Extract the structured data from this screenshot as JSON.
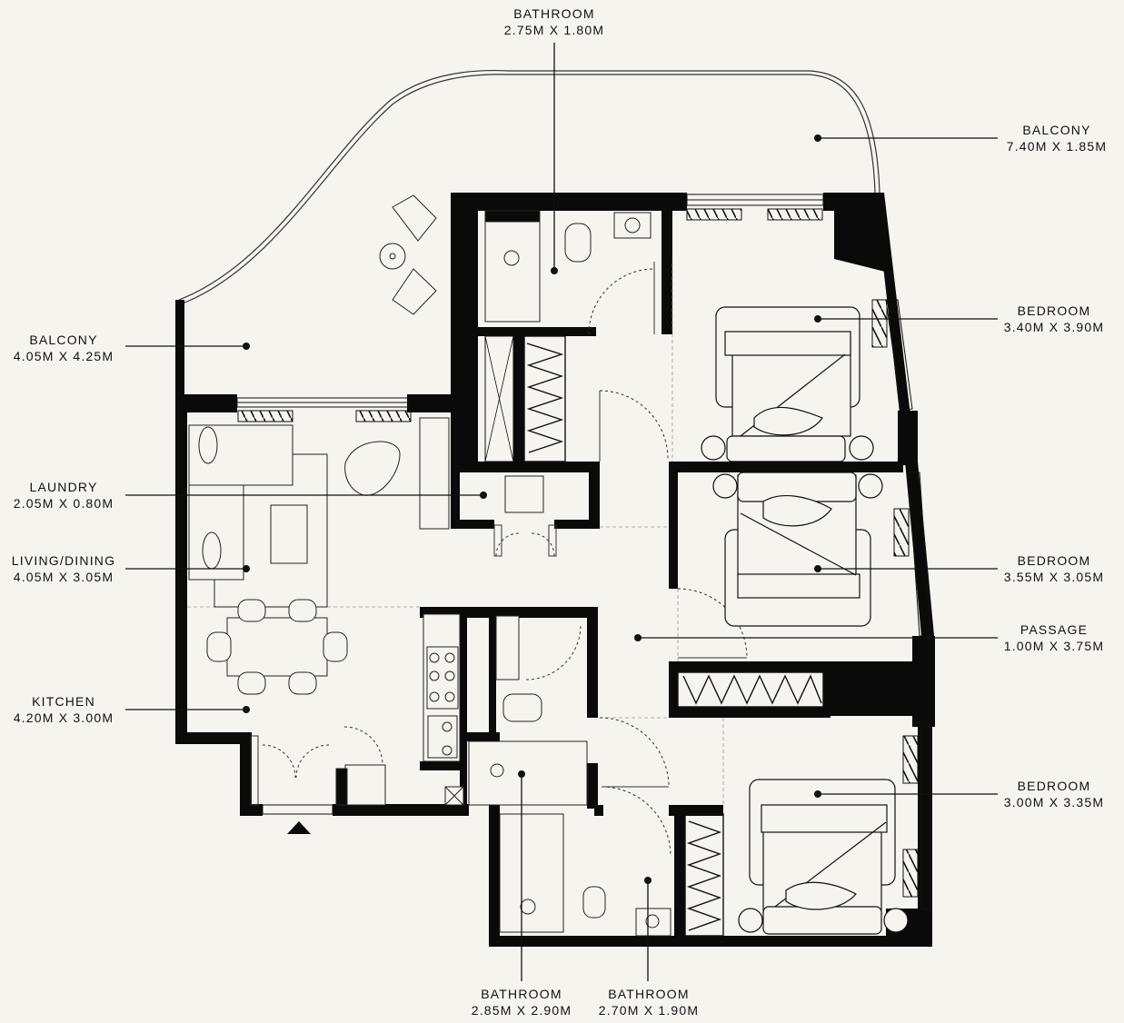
{
  "colors": {
    "background": "#f5f4ef",
    "wall": "#0a0a0a",
    "line": "#111111"
  },
  "rooms": {
    "bathroom_top": {
      "name": "BATHROOM",
      "size": "2.75M X 1.80M"
    },
    "balcony_ne": {
      "name": "BALCONY",
      "size": "7.40M X 1.85M"
    },
    "balcony_nw": {
      "name": "BALCONY",
      "size": "4.05M X 4.25M"
    },
    "bedroom_1": {
      "name": "BEDROOM",
      "size": "3.40M X 3.90M"
    },
    "laundry": {
      "name": "LAUNDRY",
      "size": "2.05M X 0.80M"
    },
    "living_dining": {
      "name": "LIVING/DINING",
      "size": "4.05M X 3.05M"
    },
    "bedroom_2": {
      "name": "BEDROOM",
      "size": "3.55M X 3.05M"
    },
    "passage": {
      "name": "PASSAGE",
      "size": "1.00M X 3.75M"
    },
    "kitchen": {
      "name": "KITCHEN",
      "size": "4.20M X 3.00M"
    },
    "bedroom_3": {
      "name": "BEDROOM",
      "size": "3.00M X 3.35M"
    },
    "bathroom_b1": {
      "name": "BATHROOM",
      "size": "2.85M X 2.90M"
    },
    "bathroom_b2": {
      "name": "BATHROOM",
      "size": "2.70M X 1.90M"
    }
  },
  "icons": {
    "entrance": "entrance-arrow-icon"
  }
}
